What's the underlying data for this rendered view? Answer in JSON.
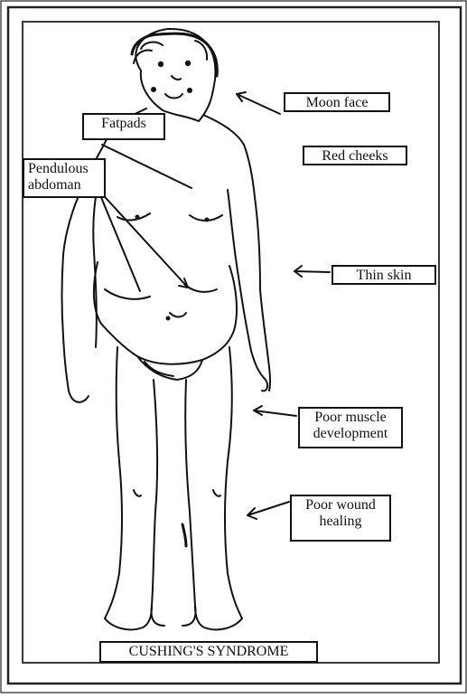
{
  "diagram": {
    "title": "CUSHING'S SYNDROME",
    "labels": {
      "moon_face": "Moon face",
      "red_cheeks": "Red cheeks",
      "fat_pads": "Fatpads",
      "pendulous_abdomen": "Pendulous abdoman",
      "thin_skin": "Thin skin",
      "poor_muscle_development": "Poor muscle development",
      "poor_wound_healing": "Poor wound healing"
    }
  }
}
